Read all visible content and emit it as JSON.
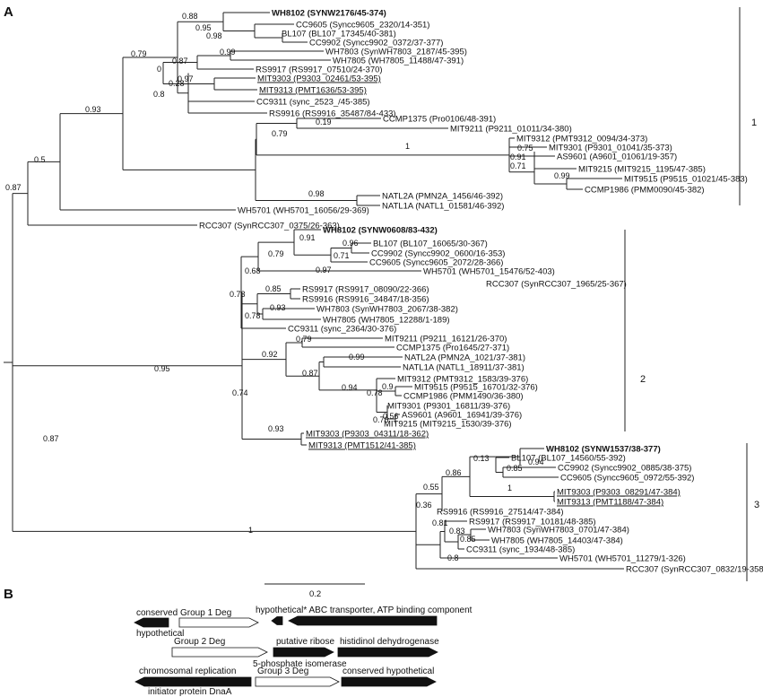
{
  "panels": {
    "a": "A",
    "b": "B"
  },
  "scale_label": "0.2",
  "groups": [
    "1",
    "2",
    "3"
  ],
  "taxa": [
    {
      "text": "WH8102 (SYNW2176/45-374)",
      "b": 1
    },
    {
      "text": "CC9605 (Syncc9605_2320/14-351)"
    },
    {
      "text": "BL107 (BL107_17345/40-381)"
    },
    {
      "text": "CC9902 (Syncc9902_0372/37-377)"
    },
    {
      "text": "WH7803 (SynWH7803_2187/45-395)"
    },
    {
      "text": "WH7805 (WH7805_11488/47-391)"
    },
    {
      "text": "RS9917 (RS9917_07510/24-370)"
    },
    {
      "text": "MIT9303 (P9303_02461/53-395)",
      "u": 1
    },
    {
      "text": "MIT9313 (PMT1636/53-395)",
      "u": 1
    },
    {
      "text": "CC9311 (sync_2523_/45-385)"
    },
    {
      "text": "RS9916 (RS9916_35487/84-433)"
    },
    {
      "text": "CCMP1375 (Pro0106/48-391)"
    },
    {
      "text": "MIT9211 (P9211_01011/34-380)"
    },
    {
      "text": "MIT9312 (PMT9312_0094/34-373)"
    },
    {
      "text": "MIT9301 (P9301_01041/35-373)"
    },
    {
      "text": "AS9601 (A9601_01061/19-357)"
    },
    {
      "text": "MIT9215 (MIT9215_1195/47-385)"
    },
    {
      "text": "MIT9515 (P9515_01021/45-383)"
    },
    {
      "text": "CCMP1986 (PMM0090/45-382)"
    },
    {
      "text": "NATL2A (PMN2A_1456/46-392)"
    },
    {
      "text": "NATL1A (NATL1_01581/46-392)"
    },
    {
      "text": "WH5701 (WH5701_16056/29-369)"
    },
    {
      "text": "RCC307 (SynRCC307_0375/26-363)"
    },
    {
      "text": "WH8102 (SYNW0608/83-432)",
      "b": 1
    },
    {
      "text": "BL107 (BL107_16065/30-367)"
    },
    {
      "text": "CC9902 (Syncc9902_0600/16-353)"
    },
    {
      "text": "CC9605 (Syncc9605_2072/28-366)"
    },
    {
      "text": "WH5701 (WH5701_15476/52-403)"
    },
    {
      "text": "RCC307 (SynRCC307_1965/25-367)"
    },
    {
      "text": "RS9917 (RS9917_08090/22-366)"
    },
    {
      "text": "RS9916 (RS9916_34847/18-356)"
    },
    {
      "text": "WH7803 (SynWH7803_2067/38-382)"
    },
    {
      "text": "WH7805 (WH7805_12288/1-189)"
    },
    {
      "text": "CC9311 (sync_2364/30-376)"
    },
    {
      "text": "MIT9211 (P9211_16121/26-370)"
    },
    {
      "text": "CCMP1375 (Pro1645/27-371)"
    },
    {
      "text": "NATL2A (PMN2A_1021/37-381)"
    },
    {
      "text": "NATL1A (NATL1_18911/37-381)"
    },
    {
      "text": "MIT9312 (PMT9312_1583/39-376)"
    },
    {
      "text": "MIT9515 (P9515_16701/32-376)"
    },
    {
      "text": "CCMP1986 (PMM1490/36-380)"
    },
    {
      "text": "MIT9301 (P9301_16811/39-376)"
    },
    {
      "text": "AS9601 (A9601_16941/39-376)"
    },
    {
      "text": "MIT9215 (MIT9215_1530/39-376)"
    },
    {
      "text": "MIT9303 (P9303_04311/18-362)",
      "u": 1
    },
    {
      "text": "MIT9313 (PMT1512/41-385)",
      "u": 1
    },
    {
      "text": "WH8102 (SYNW1537/38-377)",
      "b": 1
    },
    {
      "text": "BL107 (BL107_14560/55-392)"
    },
    {
      "text": "CC9902 (Syncc9902_0885/38-375)"
    },
    {
      "text": "CC9605 (Syncc9605_0972/55-392)"
    },
    {
      "text": "MIT9303 (P9303_08291/47-384)",
      "u": 1
    },
    {
      "text": "MIT9313 (PMT1188/47-384)",
      "u": 1
    },
    {
      "text": "RS9916 (RS9916_27514/47-384)"
    },
    {
      "text": "RS9917 (RS9917_10181/48-385)"
    },
    {
      "text": "WH7803 (SynWH7803_0701/47-384)"
    },
    {
      "text": "WH7805 (WH7805_14403/47-384)"
    },
    {
      "text": "CC9311 (sync_1934/48-385)"
    },
    {
      "text": "WH5701 (WH5701_11279/1-326)"
    },
    {
      "text": "RCC307 (SynRCC307_0832/19-358)"
    }
  ],
  "bootstraps": [
    "0.88",
    "0.95",
    "0.98",
    "0.79",
    "0.87",
    "0.99",
    "0",
    "0.28",
    "0.97",
    "0.8",
    "0.93",
    "0.19",
    "0.79",
    "1",
    "0.75",
    "0.91",
    "0.71",
    "0.99",
    "0.98",
    "0.5",
    "0.87",
    "0.91",
    "0.96",
    "0.71",
    "0.79",
    "0.97",
    "0.68",
    "0.85",
    "0.73",
    "0.93",
    "0.78",
    "0.79",
    "0.92",
    "0.99",
    "0.87",
    "0.9",
    "0.94",
    "0.78",
    "0.56",
    "0.76",
    "0.74",
    "0.93",
    "0.95",
    "0.87",
    "0.13",
    "0.94",
    "0.85",
    "0.86",
    "1",
    "0.55",
    "0.36",
    "0.81",
    "0.83",
    "0.85",
    "0.8",
    "1"
  ],
  "operon_labels": {
    "r1_conserved": "conserved",
    "r1_hypothetical": "hypothetical",
    "r1_group1": "Group 1 Deg",
    "r1_abc": "hypothetical* ABC transporter, ATP binding component",
    "r2_group2": "Group 2 Deg",
    "r2_putative": "putative ribose",
    "r2_isomerase": "5-phosphate isomerase",
    "r2_hisd": "histidinol dehydrogenase",
    "r3_chromo": "chromosomal replication",
    "r3_initiator": "initiator protein DnaA",
    "r3_group3": "Group 3 Deg",
    "r3_conserved": "conserved hypothetical"
  }
}
